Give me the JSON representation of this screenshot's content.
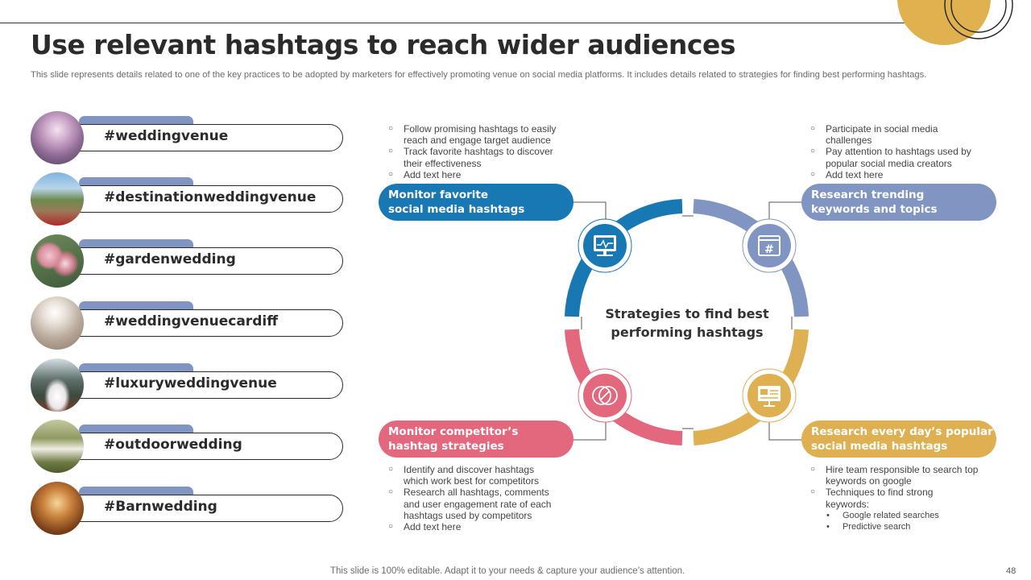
{
  "slide": {
    "title": "Use relevant hashtags to reach wider audiences",
    "subtitle": "This slide represents details related to one of the key practices to be adopted by marketers for effectively promoting venue on social media platforms. It includes details related to strategies for finding best performing hashtags.",
    "footer": "This slide is 100% editable. Adapt it to your needs & capture your audience’s attention.",
    "page_number": "48"
  },
  "hashtags": [
    {
      "label": "#weddingvenue",
      "photo": "wedding-hall-photo"
    },
    {
      "label": "#destinationweddingvenue",
      "photo": "destination-venue-photo"
    },
    {
      "label": "#gardenwedding",
      "photo": "flower-bouquet-photo"
    },
    {
      "label": "#weddingvenuecardiff",
      "photo": "banquet-table-photo"
    },
    {
      "label": "#luxuryweddingvenue",
      "photo": "luxury-hall-photo"
    },
    {
      "label": "#outdoorwedding",
      "photo": "outdoor-table-photo"
    },
    {
      "label": "#Barnwedding",
      "photo": "barn-hall-photo"
    }
  ],
  "center_label": {
    "line1": "Strategies to find best",
    "line2": "performing hashtags"
  },
  "strategies": {
    "top_left": {
      "title_line1": "Monitor favorite",
      "title_line2": "social media hashtags",
      "color": "#1878b4",
      "icon": "monitor-chart-icon",
      "bullets": [
        {
          "line1": "Follow promising hashtags to easily",
          "line2": "reach and engage target audience"
        },
        {
          "line1": "Track favorite hashtags to discover",
          "line2": "their effectiveness"
        },
        {
          "line1": "Add text here"
        }
      ]
    },
    "top_right": {
      "title_line1": "Research trending",
      "title_line2": "keywords and topics",
      "color": "#8195c2",
      "icon": "hashtag-window-icon",
      "bullets": [
        {
          "line1": "Participate in social media",
          "line2": "challenges"
        },
        {
          "line1": "Pay attention to hashtags used by",
          "line2": "popular social media creators"
        },
        {
          "line1": "Add text here"
        }
      ]
    },
    "bottom_left": {
      "title_line1": "Monitor competitor’s",
      "title_line2": "hashtag strategies",
      "color": "#e3677d",
      "icon": "target-search-icon",
      "bullets": [
        {
          "line1": "Identify and discover hashtags",
          "line2": "which work best for competitors"
        },
        {
          "line1": "Research all hashtags, comments",
          "line2": "and user engagement rate of each",
          "line3": "hashtags used by competitors"
        },
        {
          "line1": "Add text here"
        }
      ]
    },
    "bottom_right": {
      "title_line1": "Research every day’s popular",
      "title_line2": "social media hashtags",
      "color": "#deb052",
      "icon": "presentation-board-icon",
      "bullets": [
        {
          "line1": "Hire team responsible to search top",
          "line2": "keywords on google"
        },
        {
          "line1": "Techniques to find strong",
          "line2": "keywords:"
        }
      ],
      "sub_bullets": [
        "Google related searches",
        "Predictive search"
      ]
    }
  },
  "colors": {
    "corner_accent": "#dfb24f",
    "tab": "#8195c2"
  }
}
